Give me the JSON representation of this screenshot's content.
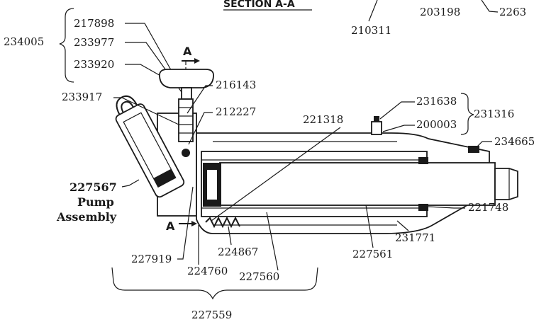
{
  "header": {
    "section_title": "SECTION A-A"
  },
  "section_marks": {
    "top": "A",
    "bottom": "A"
  },
  "groups": {
    "g234005": "234005",
    "g231316": "231316",
    "g227559": "227559"
  },
  "pump_label": {
    "part": "227567",
    "line1": "Pump",
    "line2": "Assembly"
  },
  "parts": {
    "p217898": "217898",
    "p233977": "233977",
    "p233920": "233920",
    "p233917": "233917",
    "p216143": "216143",
    "p212227": "212227",
    "p221318": "221318",
    "p231638": "231638",
    "p200003": "200003",
    "p234665": "234665",
    "p221748": "221748",
    "p231771": "231771",
    "p227561": "227561",
    "p227560": "227560",
    "p224867": "224867",
    "p224760": "224760",
    "p227919": "227919",
    "p210311": "210311",
    "p203198": "203198",
    "p2263": "2263"
  }
}
